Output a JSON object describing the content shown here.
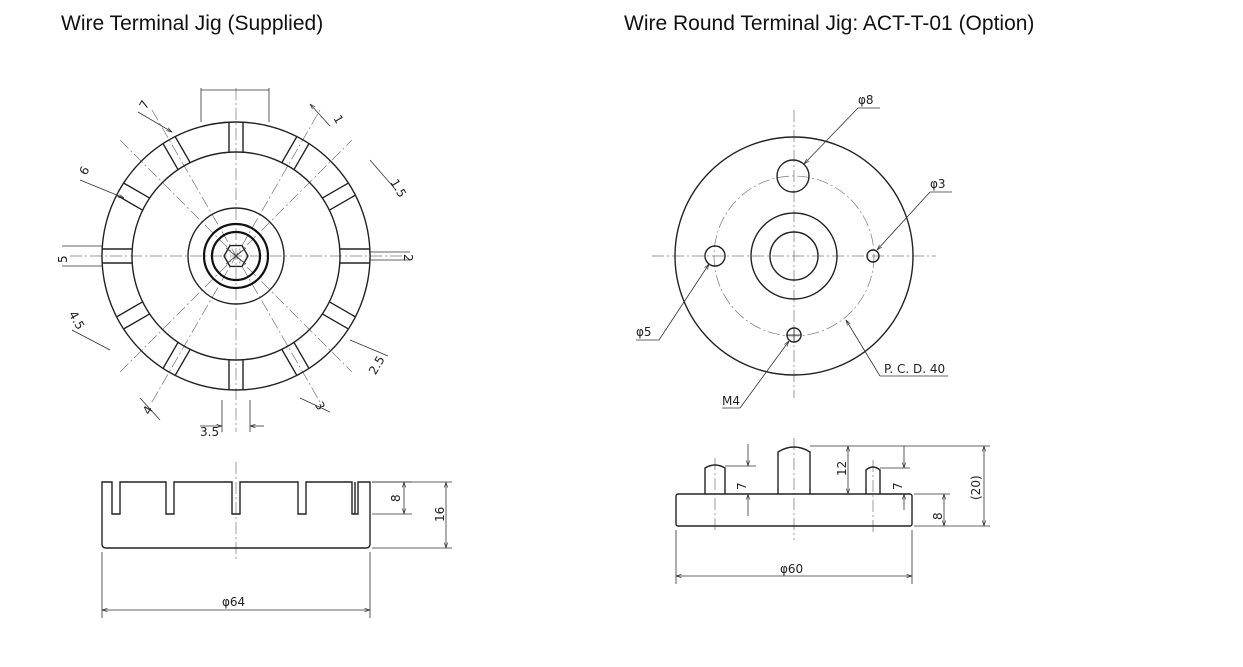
{
  "titles": {
    "left": "Wire Terminal Jig (Supplied)",
    "right": "Wire Round Terminal Jig: ACT-T-01 (Option)"
  },
  "left_top_dims": {
    "d7": "7",
    "d1": "1",
    "d6": "6",
    "d1_5": "1.5",
    "d5": "5",
    "d2": "2",
    "d4_5": "4.5",
    "d2_5": "2.5",
    "d4": "4",
    "d3": "3",
    "d3_5": "3.5"
  },
  "left_side_dims": {
    "depth": "8",
    "height": "16",
    "diameter": "φ64"
  },
  "right_top_dims": {
    "phi8": "φ8",
    "phi3": "φ3",
    "phi5": "φ5",
    "pcd": "P. C. D. 40",
    "m4": "M4"
  },
  "right_side_dims": {
    "pin_left": "7",
    "pin_center": "12",
    "pin_right": "7",
    "overall": "(20)",
    "base": "8",
    "diameter": "φ60"
  }
}
